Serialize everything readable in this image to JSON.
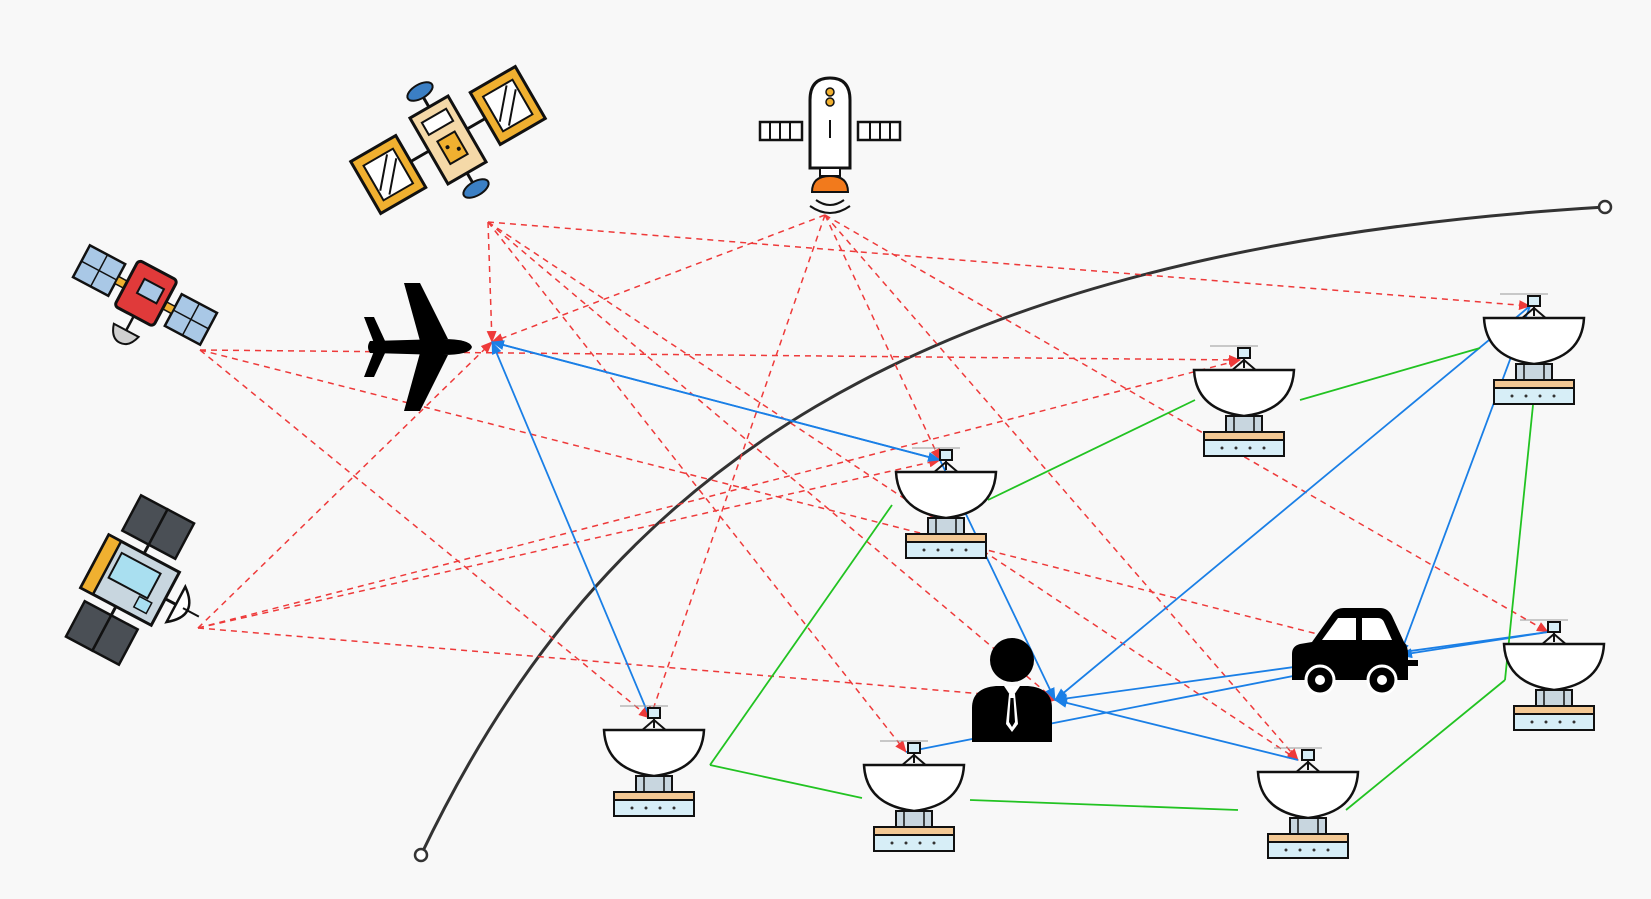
{
  "diagram": {
    "background": "#f8f8f8",
    "colors": {
      "satellite_link": "#ee3a3a",
      "user_link": "#1a7fe6",
      "ground_link": "#22c322",
      "horizon_curve": "#333333",
      "panel_orange": "#f0b030",
      "panel_gray": "#a9c8e6",
      "panel_dark": "#4a4f55",
      "satellite_red": "#e03a3a",
      "dish_base": "#d7eef7",
      "dish_stand": "#f3c894",
      "nozzle_orange": "#f27a1c"
    },
    "nodes": [
      {
        "id": "sat-hubble",
        "kind": "satellite",
        "icon": "orange-panel-satellite-icon"
      },
      {
        "id": "sat-capsule",
        "kind": "satellite",
        "icon": "capsule-satellite-icon"
      },
      {
        "id": "sat-red",
        "kind": "satellite",
        "icon": "red-body-satellite-icon"
      },
      {
        "id": "sat-dark",
        "kind": "satellite",
        "icon": "dark-panel-satellite-icon"
      },
      {
        "id": "airplane",
        "kind": "user",
        "icon": "airplane-icon"
      },
      {
        "id": "person",
        "kind": "user",
        "icon": "person-icon"
      },
      {
        "id": "car",
        "kind": "user",
        "icon": "car-icon"
      },
      {
        "id": "gs1",
        "kind": "ground-station",
        "icon": "satellite-dish-icon"
      },
      {
        "id": "gs2",
        "kind": "ground-station",
        "icon": "satellite-dish-icon"
      },
      {
        "id": "gs3",
        "kind": "ground-station",
        "icon": "satellite-dish-icon"
      },
      {
        "id": "gs4",
        "kind": "ground-station",
        "icon": "satellite-dish-icon"
      },
      {
        "id": "gs5",
        "kind": "ground-station",
        "icon": "satellite-dish-icon"
      },
      {
        "id": "gs6",
        "kind": "ground-station",
        "icon": "satellite-dish-icon"
      },
      {
        "id": "gs7",
        "kind": "ground-station",
        "icon": "satellite-dish-icon"
      }
    ],
    "links": [
      {
        "from": "sat-hubble",
        "to": "airplane",
        "type": "satellite_link"
      },
      {
        "from": "sat-hubble",
        "to": "gs5",
        "type": "satellite_link"
      },
      {
        "from": "sat-hubble",
        "to": "gs4",
        "type": "satellite_link"
      },
      {
        "from": "sat-hubble",
        "to": "person",
        "type": "satellite_link"
      },
      {
        "from": "sat-hubble",
        "to": "gs7",
        "type": "satellite_link"
      },
      {
        "from": "sat-capsule",
        "to": "gs6",
        "type": "satellite_link"
      },
      {
        "from": "sat-capsule",
        "to": "airplane",
        "type": "satellite_link"
      },
      {
        "from": "sat-capsule",
        "to": "gs3",
        "type": "satellite_link"
      },
      {
        "from": "sat-capsule",
        "to": "gs1",
        "type": "satellite_link"
      },
      {
        "from": "sat-capsule",
        "to": "gs4",
        "type": "satellite_link"
      },
      {
        "from": "sat-red",
        "to": "gs2",
        "type": "satellite_link"
      },
      {
        "from": "sat-red",
        "to": "car",
        "type": "satellite_link"
      },
      {
        "from": "sat-red",
        "to": "gs3",
        "type": "satellite_link"
      },
      {
        "from": "sat-dark",
        "to": "airplane",
        "type": "satellite_link"
      },
      {
        "from": "sat-dark",
        "to": "gs1",
        "type": "satellite_link"
      },
      {
        "from": "sat-dark",
        "to": "gs2",
        "type": "satellite_link"
      },
      {
        "from": "sat-dark",
        "to": "person",
        "type": "satellite_link"
      },
      {
        "from": "airplane",
        "to": "gs1",
        "type": "user_link"
      },
      {
        "from": "gs1",
        "to": "airplane",
        "type": "user_link"
      },
      {
        "from": "gs3",
        "to": "airplane",
        "type": "user_link"
      },
      {
        "from": "gs1",
        "to": "person",
        "type": "user_link"
      },
      {
        "from": "gs5",
        "to": "person",
        "type": "user_link"
      },
      {
        "from": "gs5",
        "to": "car",
        "type": "user_link"
      },
      {
        "from": "gs6",
        "to": "person",
        "type": "user_link"
      },
      {
        "from": "gs6",
        "to": "car",
        "type": "user_link"
      },
      {
        "from": "gs7",
        "to": "car",
        "type": "user_link"
      },
      {
        "from": "gs4",
        "to": "person",
        "type": "user_link"
      },
      {
        "from": "gs1",
        "to": "gs5",
        "type": "ground_link"
      },
      {
        "from": "gs5",
        "to": "gs6",
        "type": "ground_link"
      },
      {
        "from": "gs1",
        "to": "gs3",
        "type": "ground_link"
      },
      {
        "from": "gs3",
        "to": "gs2",
        "type": "ground_link"
      },
      {
        "from": "gs2",
        "to": "gs4",
        "type": "ground_link"
      },
      {
        "from": "gs4",
        "to": "gs7",
        "type": "ground_link"
      },
      {
        "from": "gs7",
        "to": "gs6",
        "type": "ground_link"
      }
    ]
  }
}
